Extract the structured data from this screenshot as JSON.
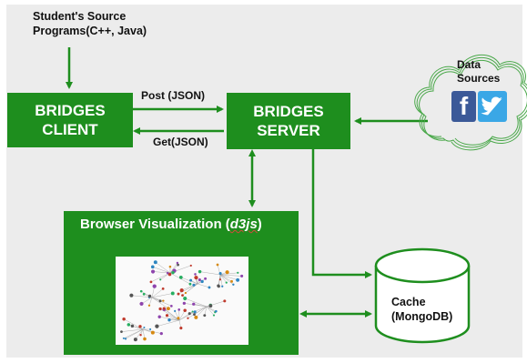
{
  "header": {
    "source_line1": "Student's Source",
    "source_line2": "Programs(C++, Java)"
  },
  "client": {
    "label": "BRIDGES\nCLIENT"
  },
  "server": {
    "label": "BRIDGES\nSERVER"
  },
  "edges": {
    "post_label": "Post (JSON)",
    "get_label": "Get(JSON)"
  },
  "data_sources": {
    "label_line1": "Data",
    "label_line2": "Sources",
    "icons": [
      "facebook-icon",
      "twitter-icon"
    ]
  },
  "visualization": {
    "title_prefix": "Browser Visualization (",
    "title_tech": "d3js",
    "title_suffix": ")"
  },
  "cache": {
    "label_line1": "Cache",
    "label_line2": "(MongoDB)"
  },
  "colors": {
    "box_green": "#1e8e1e",
    "facebook_blue": "#3b5998",
    "twitter_blue": "#1da1f2",
    "cloud_stroke": "#4aa84a",
    "background": "#ececec"
  }
}
